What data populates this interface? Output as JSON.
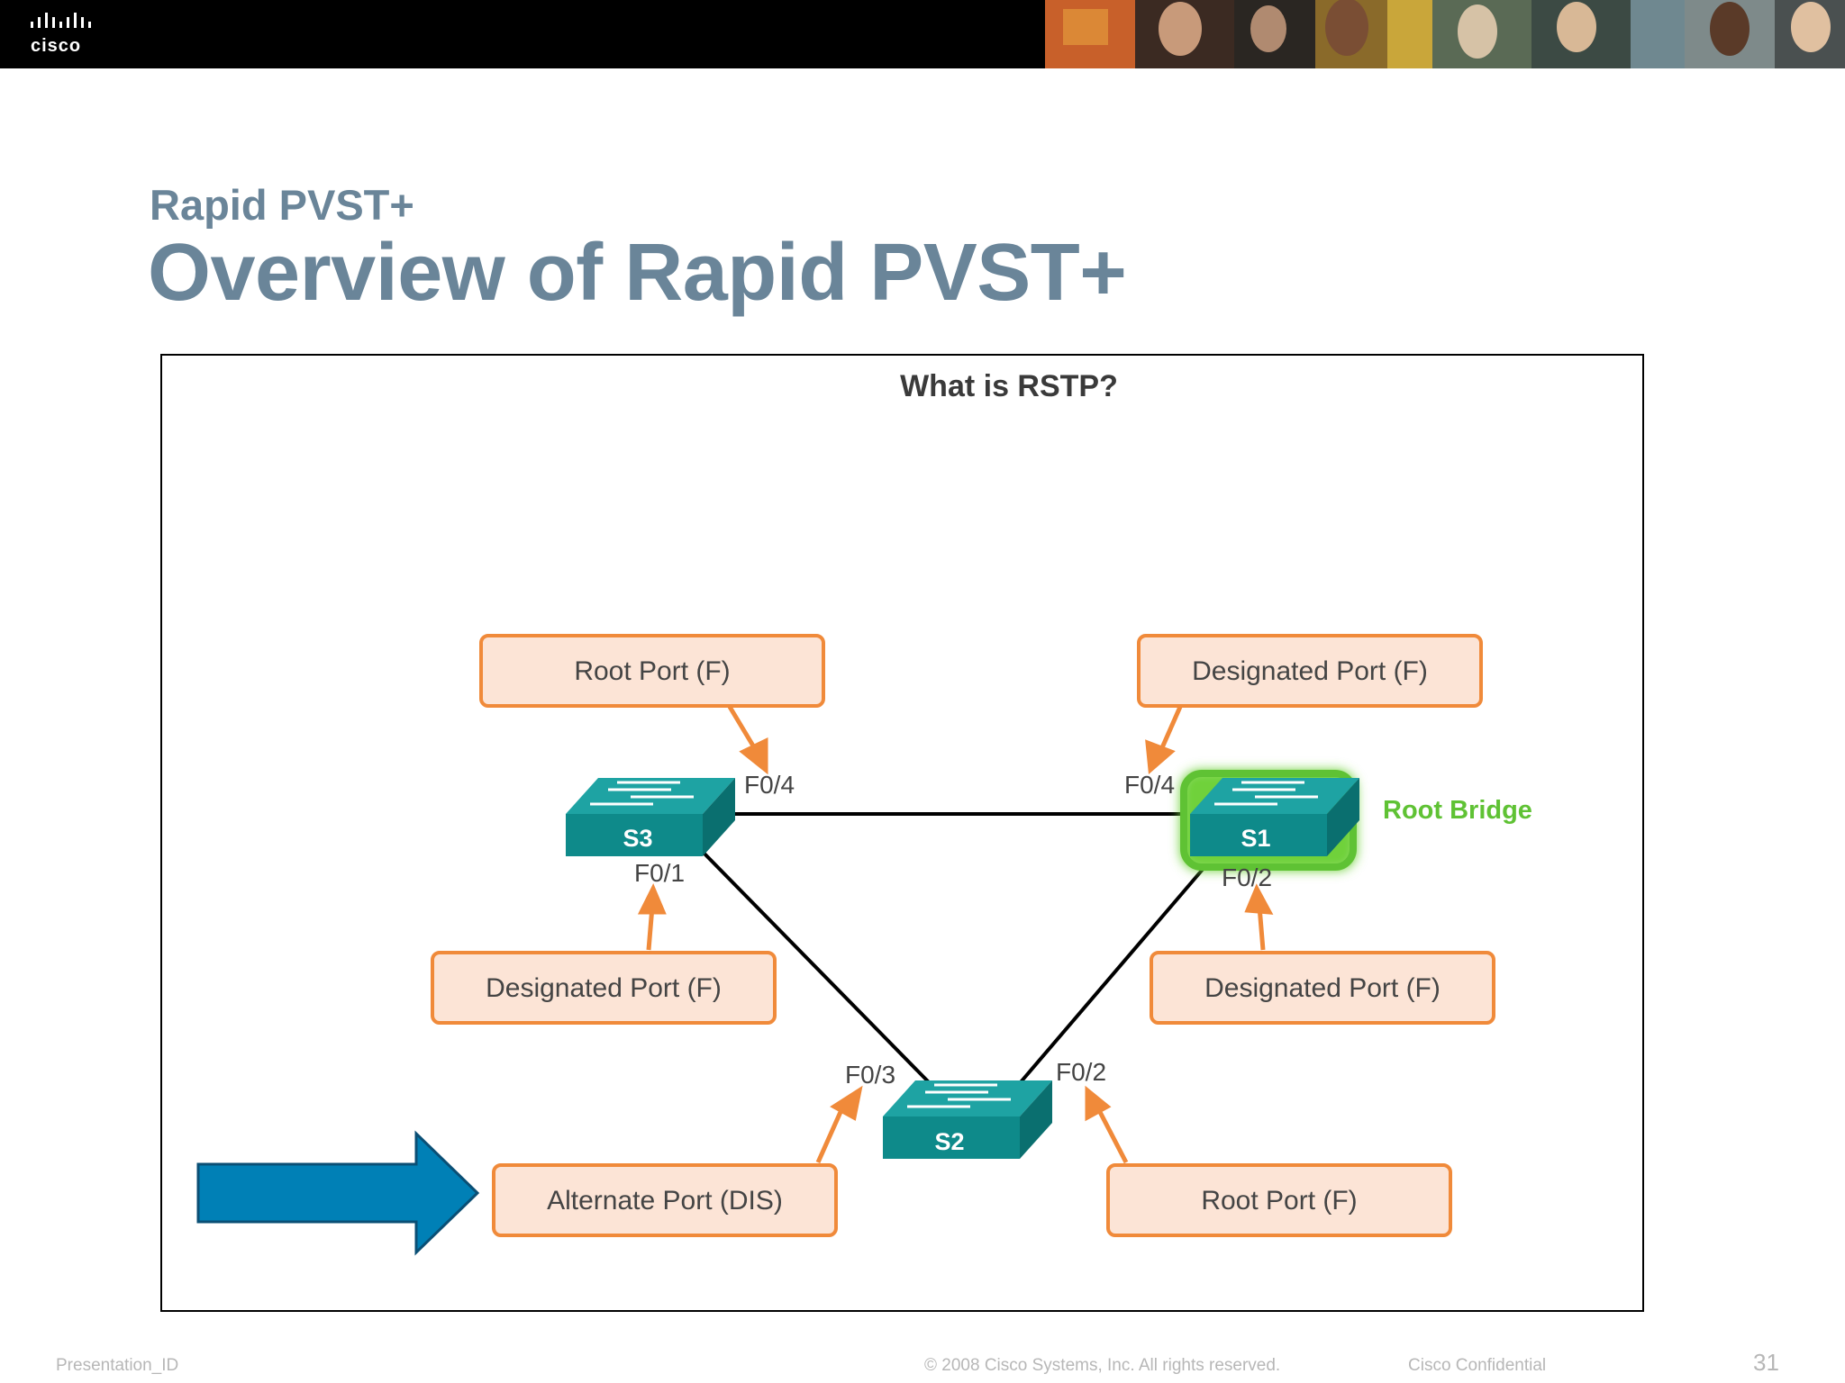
{
  "header": {
    "logo_text": "cisco"
  },
  "slide": {
    "subtitle": "Rapid PVST+",
    "title": "Overview of Rapid PVST+"
  },
  "diagram": {
    "heading": "What is RSTP?",
    "switches": {
      "s3": "S3",
      "s1": "S1",
      "s2": "S2"
    },
    "root_bridge_label": "Root Bridge",
    "port_labels": {
      "s3_f04": "F0/4",
      "s3_f01": "F0/1",
      "s1_f04": "F0/4",
      "s1_f02": "F0/2",
      "s2_f03": "F0/3",
      "s2_f02": "F0/2"
    },
    "callouts": {
      "s3_top": "Root Port (F)",
      "s1_top": "Designated Port (F)",
      "s3_bottom": "Designated Port (F)",
      "s1_bottom": "Designated Port (F)",
      "s2_left": "Alternate Port (DIS)",
      "s2_right": "Root Port (F)"
    },
    "colors": {
      "callout_fill": "#fce4d6",
      "callout_border": "#f08a3a",
      "switch_teal": "#0f8c8c",
      "root_glow": "#5fc234",
      "pointer_arrow": "#0080b6",
      "link": "#000000"
    }
  },
  "footer": {
    "presentation_id": "Presentation_ID",
    "copyright": "© 2008 Cisco Systems, Inc. All rights reserved.",
    "confidential": "Cisco Confidential",
    "page_number": "31"
  }
}
